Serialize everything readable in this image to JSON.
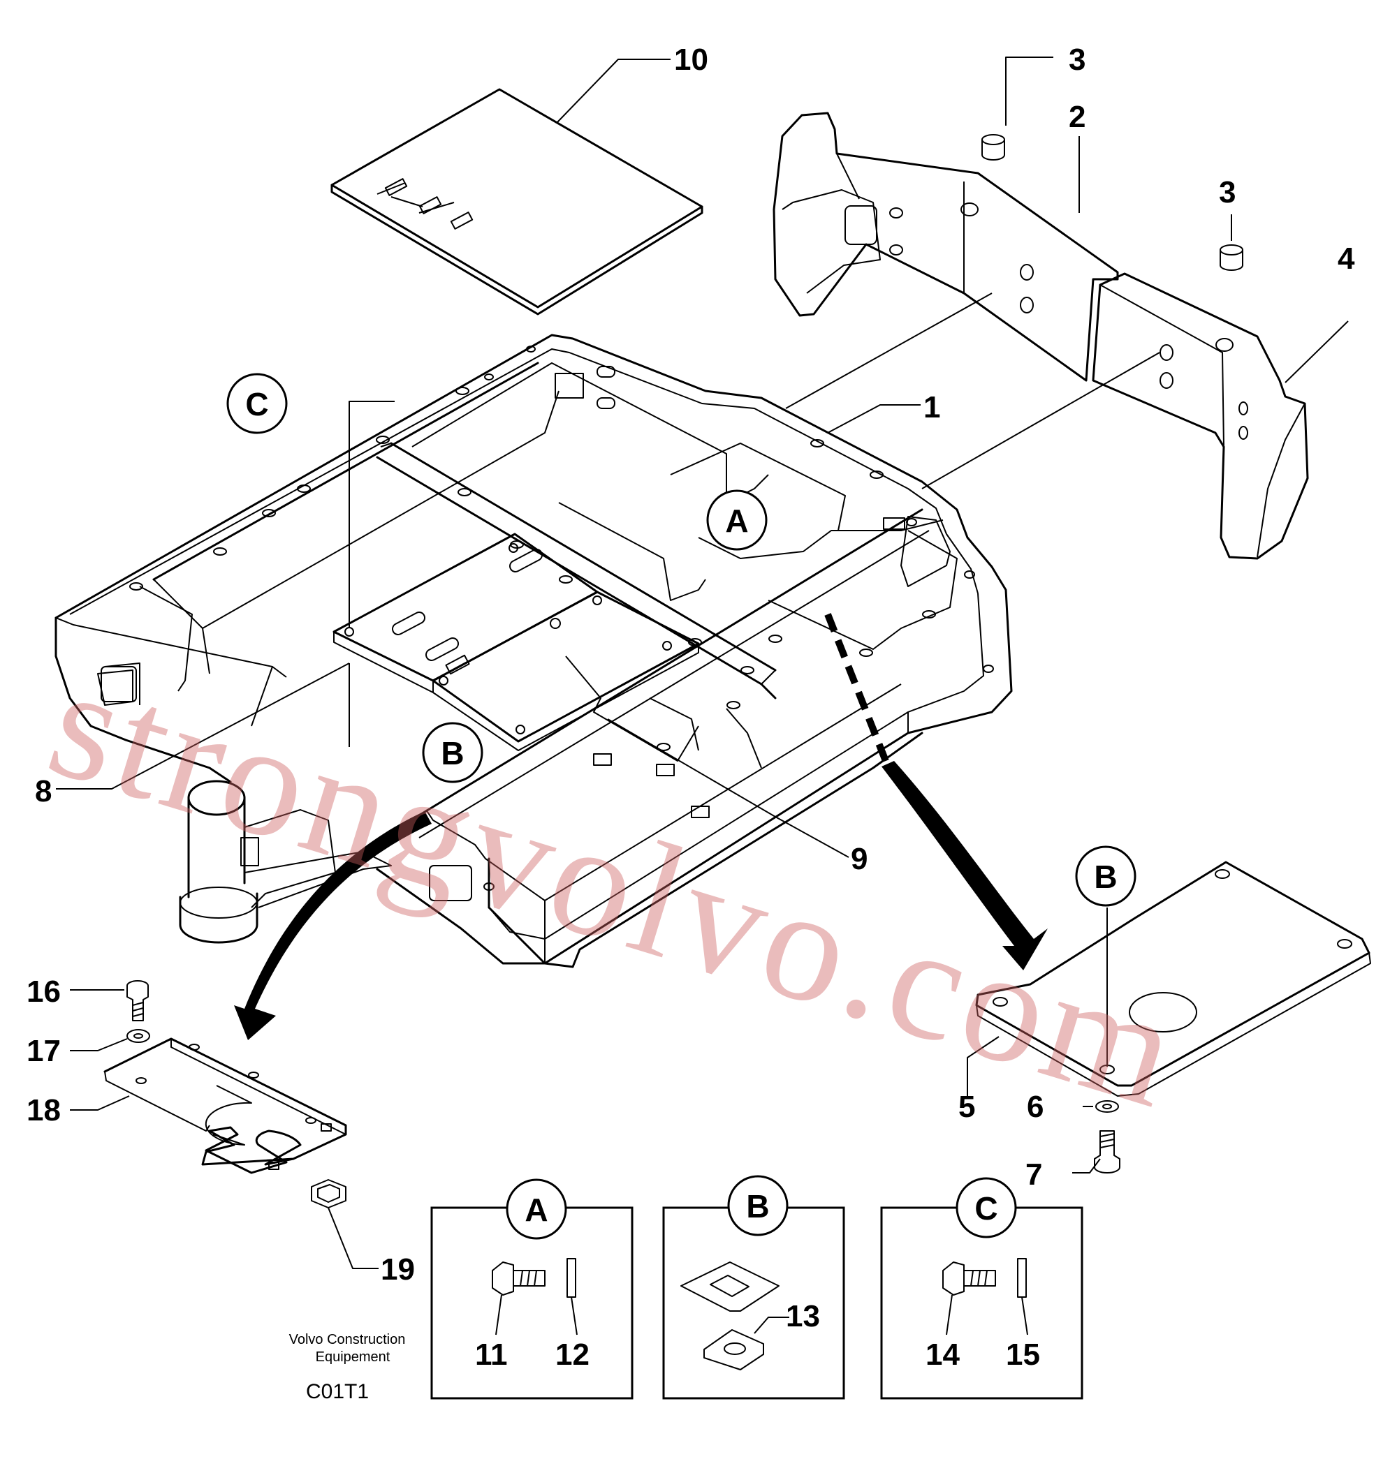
{
  "labels": {
    "l1": "1",
    "l2": "2",
    "l3a": "3",
    "l3b": "3",
    "l4": "4",
    "l5": "5",
    "l6": "6",
    "l7": "7",
    "l8": "8",
    "l9": "9",
    "l10": "10",
    "l11": "11",
    "l12": "12",
    "l13": "13",
    "l14": "14",
    "l15": "15",
    "l16": "16",
    "l17": "17",
    "l18": "18",
    "l19": "19"
  },
  "callouts": {
    "a_main": "A",
    "b_main": "B",
    "c_main": "C",
    "b_right": "B",
    "a_box": "A",
    "b_box": "B",
    "c_box": "C"
  },
  "footer": {
    "brand_line1": "Volvo Construction",
    "brand_line2": "Equipement",
    "drawing_code": "C01T1"
  },
  "watermark": "strongvolvo.com"
}
